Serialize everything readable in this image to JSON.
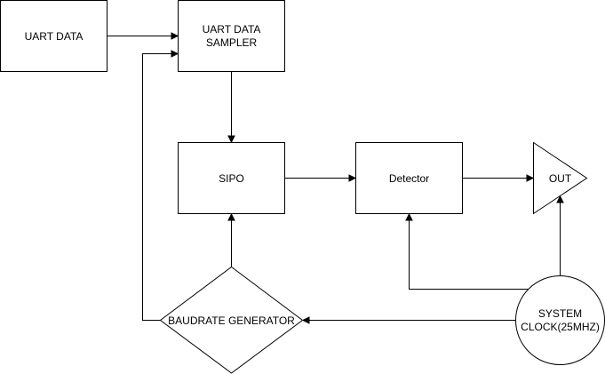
{
  "nodes": {
    "uart_data": {
      "label": "UART DATA"
    },
    "uart_sampler": {
      "line1": "UART DATA",
      "line2": "SAMPLER"
    },
    "sipo": {
      "label": "SIPO"
    },
    "detector": {
      "label": "Detector"
    },
    "out": {
      "label": "OUT"
    },
    "baudrate": {
      "label": "BAUDRATE GENERATOR"
    },
    "clock": {
      "line1": "SYSTEM",
      "line2": "CLOCK(25MHZ)"
    }
  },
  "edges": [
    {
      "from": "uart_data",
      "to": "uart_sampler"
    },
    {
      "from": "uart_sampler",
      "to": "sipo"
    },
    {
      "from": "sipo",
      "to": "detector"
    },
    {
      "from": "detector",
      "to": "out"
    },
    {
      "from": "baudrate",
      "to": "sipo"
    },
    {
      "from": "baudrate",
      "to": "uart_sampler"
    },
    {
      "from": "clock",
      "to": "baudrate"
    },
    {
      "from": "clock",
      "to": "detector"
    },
    {
      "from": "clock",
      "to": "out"
    }
  ]
}
